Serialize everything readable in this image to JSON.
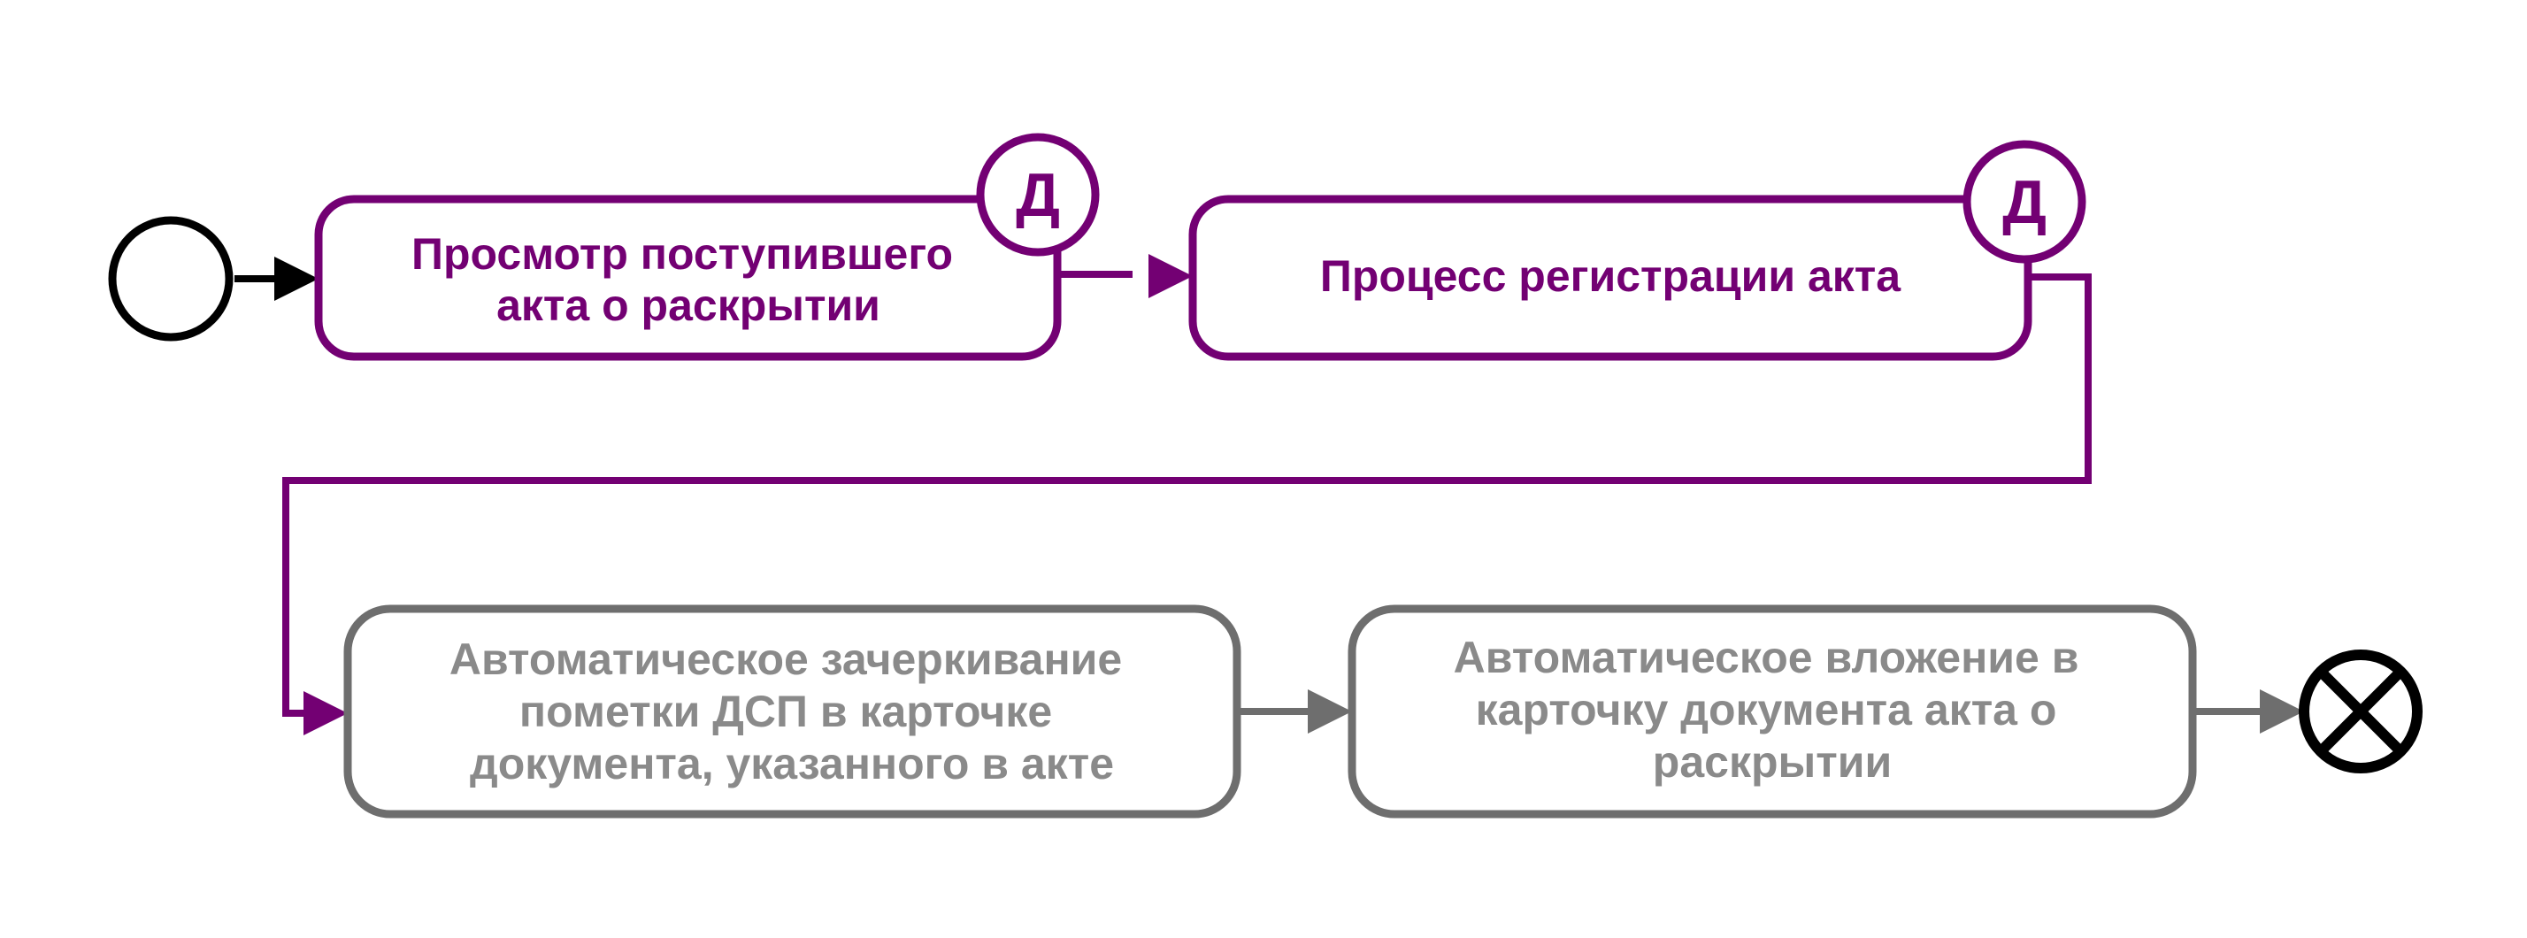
{
  "colors": {
    "active": "#730073",
    "inactive": "#6e6e6e",
    "inactive_text": "#8a8a8a",
    "event": "#000000",
    "background": "#ffffff"
  },
  "tasks": [
    {
      "lines": [
        "Просмотр поступившего",
        "акта о раскрытии"
      ],
      "state": "active",
      "badge": "Д"
    },
    {
      "lines": [
        "Процесс регистрации акта"
      ],
      "state": "active",
      "badge": "Д"
    },
    {
      "lines": [
        "Автоматическое зачеркивание",
        "пометки ДСП в карточке",
        "документа, указанного в акте"
      ],
      "state": "inactive"
    },
    {
      "lines": [
        "Автоматическое вложение в",
        "карточку документа акта о",
        "раскрытии"
      ],
      "state": "inactive"
    }
  ],
  "events": {
    "start": {
      "kind": "start-event"
    },
    "end": {
      "kind": "end-event",
      "icon": "cross-circle-icon"
    }
  }
}
